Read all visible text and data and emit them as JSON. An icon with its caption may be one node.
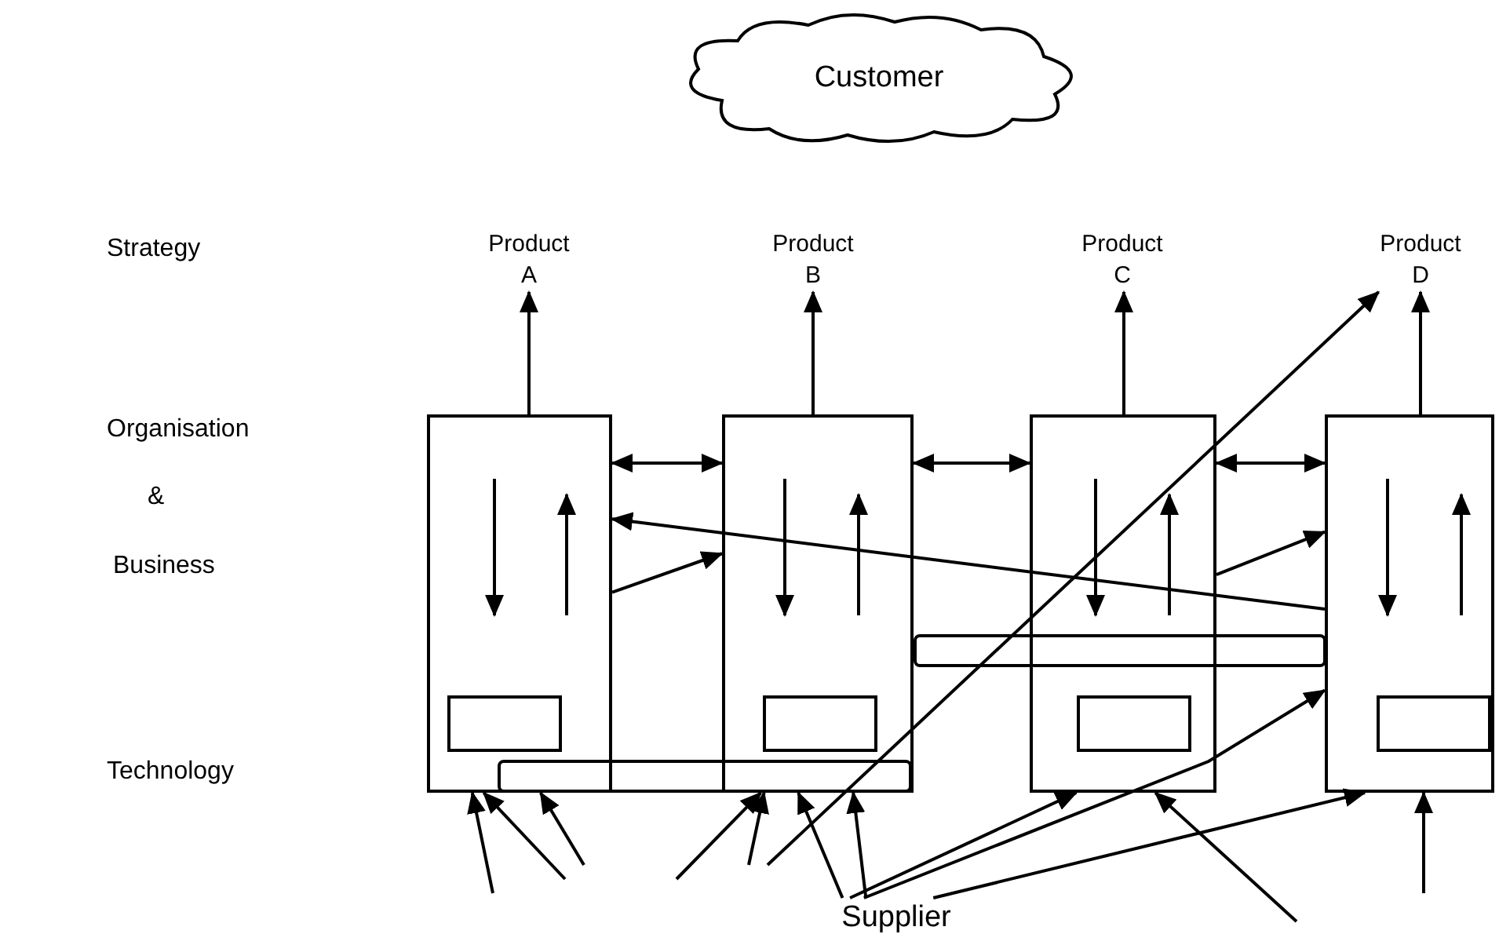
{
  "diagram": {
    "nodes": [
      {
        "text": [
          "Customer"
        ]
      },
      {
        "text": [
          "Product A"
        ]
      },
      {
        "text": [
          "Product B"
        ]
      },
      {
        "text": [
          "Product C"
        ]
      },
      {
        "text": [
          "Product D"
        ]
      },
      {
        "text": [],
        "shape": "box"
      },
      {
        "text": [],
        "shape": "box"
      },
      {
        "text": [],
        "shape": "box"
      },
      {
        "text": [],
        "shape": "box"
      },
      {
        "text": [],
        "shape": "box",
        "in": 5
      },
      {
        "text": [],
        "shape": "box",
        "in": 6
      },
      {
        "text": [],
        "shape": "box",
        "in": 7
      },
      {
        "text": [],
        "shape": "box",
        "in": 8
      },
      {
        "text": [],
        "shape": "bar"
      },
      {
        "text": [],
        "shape": "bar"
      },
      {
        "text": [
          "Supplier"
        ]
      }
    ],
    "edges": [
      {
        "from": 5,
        "to": 1,
        "arrow": "to"
      },
      {
        "from": 6,
        "to": 2,
        "arrow": "to"
      },
      {
        "from": 7,
        "to": 3,
        "arrow": "to"
      },
      {
        "from": 8,
        "to": 4,
        "arrow": "to"
      },
      {
        "from": 5,
        "to": 6,
        "arrow": "both"
      },
      {
        "from": 6,
        "to": 7,
        "arrow": "both"
      },
      {
        "from": 7,
        "to": 8,
        "arrow": "both"
      },
      {
        "from": 8,
        "to": 5,
        "arrow": "to"
      },
      {
        "from": 5,
        "to": 6,
        "arrow": "to"
      },
      {
        "from": 7,
        "to": 8,
        "arrow": "to"
      },
      {
        "from": null,
        "to": 5,
        "arrow": "to"
      },
      {
        "from": null,
        "to": 5,
        "arrow": "to"
      },
      {
        "from": null,
        "to": 13,
        "arrow": "to"
      },
      {
        "from": null,
        "to": 13,
        "arrow": "to"
      },
      {
        "from": null,
        "to": 6,
        "arrow": "to"
      },
      {
        "from": null,
        "to": 4,
        "arrow": "to"
      },
      {
        "from": 15,
        "to": 13,
        "arrow": "to"
      },
      {
        "from": 15,
        "to": 13,
        "arrow": "to"
      },
      {
        "from": 15,
        "to": 7,
        "arrow": "to"
      },
      {
        "from": 15,
        "to": 8,
        "arrow": "to"
      },
      {
        "from": 15,
        "to": 8,
        "arrow": "to"
      },
      {
        "from": null,
        "to": 7,
        "arrow": "to"
      },
      {
        "from": null,
        "to": 8,
        "arrow": "to"
      }
    ],
    "labels": [
      "Strategy",
      "Organisation",
      "&",
      "Business",
      "Technology"
    ]
  }
}
